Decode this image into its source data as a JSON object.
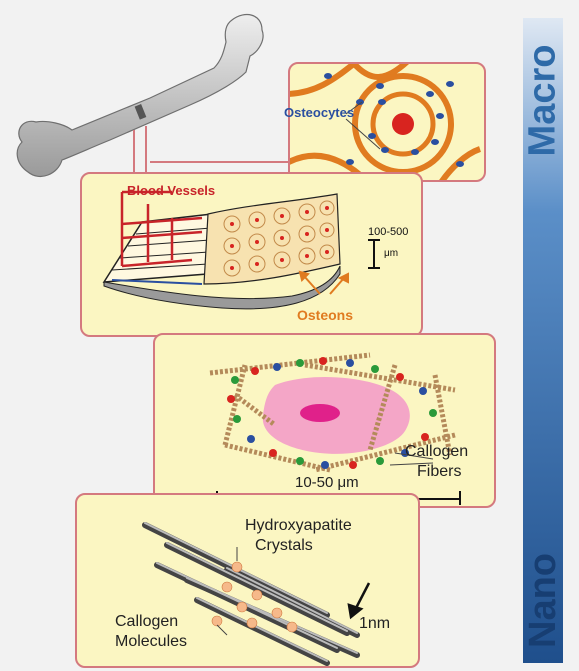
{
  "scale": {
    "macro_label": "Macro",
    "nano_label": "Nano"
  },
  "osteon_panel": {
    "osteocytes_label": "Osteocytes"
  },
  "bone_panel": {
    "blood_vessels_label": "Blood Vessels",
    "size_label_line1": "100-500",
    "size_label_line2": "μm",
    "osteons_label": "Osteons"
  },
  "fiber_panel": {
    "fibers_label_line1": "Callogen",
    "fibers_label_line2": "Fibers",
    "scale_label": "10-50 μm"
  },
  "nano_panel": {
    "crystals_label_line1": "Hydroxyapatite",
    "crystals_label_line2": "Crystals",
    "molecules_label_line1": "Callogen",
    "molecules_label_line2": "Molecules",
    "size_label": "1nm"
  },
  "colors": {
    "panel_fill": "#fbf6c2",
    "panel_border": "#d4797f",
    "macro_blue": "#2e6aa8",
    "red_label": "#c8242a",
    "orange_label": "#e07b20",
    "osteocyte_blue": "#2a4fa0"
  }
}
